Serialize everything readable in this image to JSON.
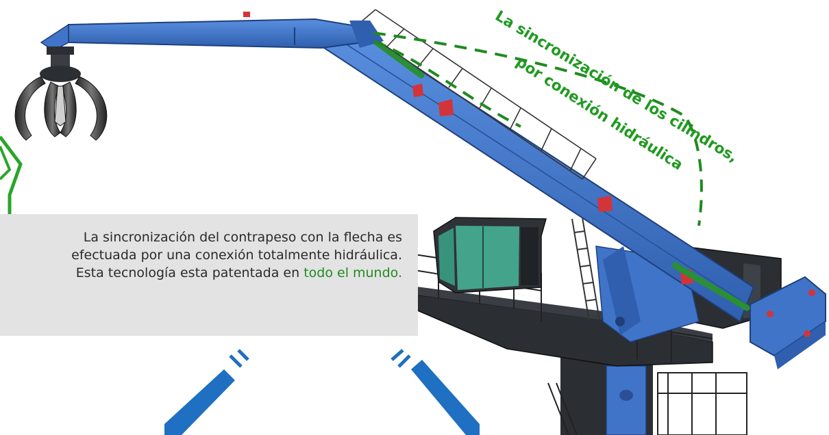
{
  "text_block": {
    "line1": "La sincronización del contrapeso con la flecha es",
    "line2": "efectuada por una conexión totalmente hidráulica.",
    "line3_start": "Esta tecnología esta patentada en ",
    "line3_highlight": "todo el mundo."
  },
  "callout": {
    "line1": "La sincronización de los cilindros,",
    "line2": "por conexión hidráulica"
  },
  "colors": {
    "crane_blue": "#3f74c9",
    "crane_dark": "#2a2d33",
    "highlight_green": "#1e8a1e",
    "arrow_blue": "#1f6fc2",
    "panel_gray": "#e3e3e3"
  }
}
